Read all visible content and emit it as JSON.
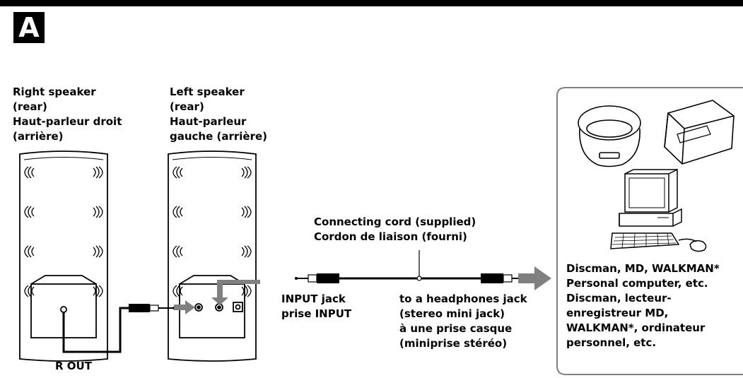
{
  "section_letter": "A",
  "labels": {
    "right_speaker": "Right speaker\n(rear)\nHaut-parleur droit\n(arrière)",
    "left_speaker": "Left speaker\n(rear)\nHaut-parleur\ngauche (arrière)",
    "connecting_cord": "Connecting cord (supplied)\nCordon de liaison (fourni)",
    "input_jack": "INPUT jack\nprise INPUT",
    "headphones_jack": "to a headphones jack\n(stereo mini jack)\nà une prise casque\n(miniprise stéréo)",
    "devices": "Discman, MD, WALKMAN*\nPersonal computer, etc.\nDiscman, lecteur-\nenregistreur MD,\nWALKMAN*, ordinateur\npersonnel, etc.",
    "r_out": "R OUT"
  },
  "icons": [
    "right-speaker-icon",
    "left-speaker-icon",
    "discman-icon",
    "md-player-icon",
    "personal-computer-icon"
  ],
  "colors": {
    "line": "#000000",
    "arrow_gray": "#808080",
    "panel_border": "#808080"
  }
}
